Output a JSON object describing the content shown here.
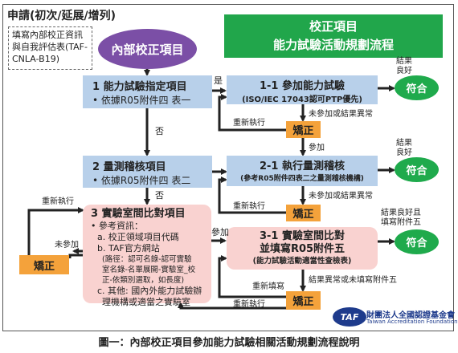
{
  "header": {
    "apply_title": "申請(初次/延展/增列)",
    "note_text": "填寫內部校正資訊與自我評估表(TAF-CNLA-B19)",
    "start_label": "內部校正項目",
    "main_title_line1": "校正項目",
    "main_title_line2": "能力試驗活動規劃流程"
  },
  "left_boxes": {
    "box1_title": "1  能力試驗指定項目",
    "box1_sub": "• 依據R05附件四 表一",
    "box2_title": "2  量測稽核項目",
    "box2_sub": "• 依據R05附件四 表二",
    "box3_title": "3  實驗室間比對項目",
    "box3_lines": [
      "• 參考資訊：",
      "a. 校正領域項目代碼",
      "b. TAF官方網站",
      "(路徑：認可名錄-認可實驗",
      "室名錄-名單展開-實驗室_校",
      "正-依類別選取，如長度)",
      "c. 其他: 國內外能力試驗辦",
      "理機構或適當之實驗室"
    ]
  },
  "right_boxes": {
    "b11_title": "1-1  參加能力試驗",
    "b11_sub": "(ISO/IEC 17043認可PTP優先)",
    "b21_title": "2-1  執行量測稽核",
    "b21_sub": "(參考R05附件四表二之量測稽核機構)",
    "b31_title_line1": "3-1  實驗室間比對",
    "b31_title_line2": "並填寫R05附件五",
    "b31_sub": "(能力試驗活動適當性查檢表)"
  },
  "actions": {
    "correct": "矯正",
    "pass": "符合"
  },
  "labels": {
    "yes": "是",
    "no": "否",
    "join": "參加",
    "not_join": "未參加",
    "rerun": "重新執行",
    "refill": "重新填寫",
    "abnormal": "未參加或結果異常",
    "abnormal_or_unfilled": "結果異常或未填寫附件五",
    "result_good_1": "結果",
    "result_good_2": "良好",
    "result_good_fill_1": "結果良好且",
    "result_good_fill_2": "填寫附件五"
  },
  "logo": {
    "badge": "TAF",
    "name_zh": "財團法人全國認證基金會",
    "name_en": "Taiwan Accreditation Foundation"
  },
  "caption": "圖一：內部校正項目參加能力試驗相關活動規劃流程說明",
  "colors": {
    "title_green": "#21a64b",
    "oval_purple": "#7b4fa6",
    "box_blue": "#b8d0ea",
    "box_pink": "#f9d2d0",
    "correct_orange": "#f4a23b",
    "pass_green": "#1faa4c"
  }
}
